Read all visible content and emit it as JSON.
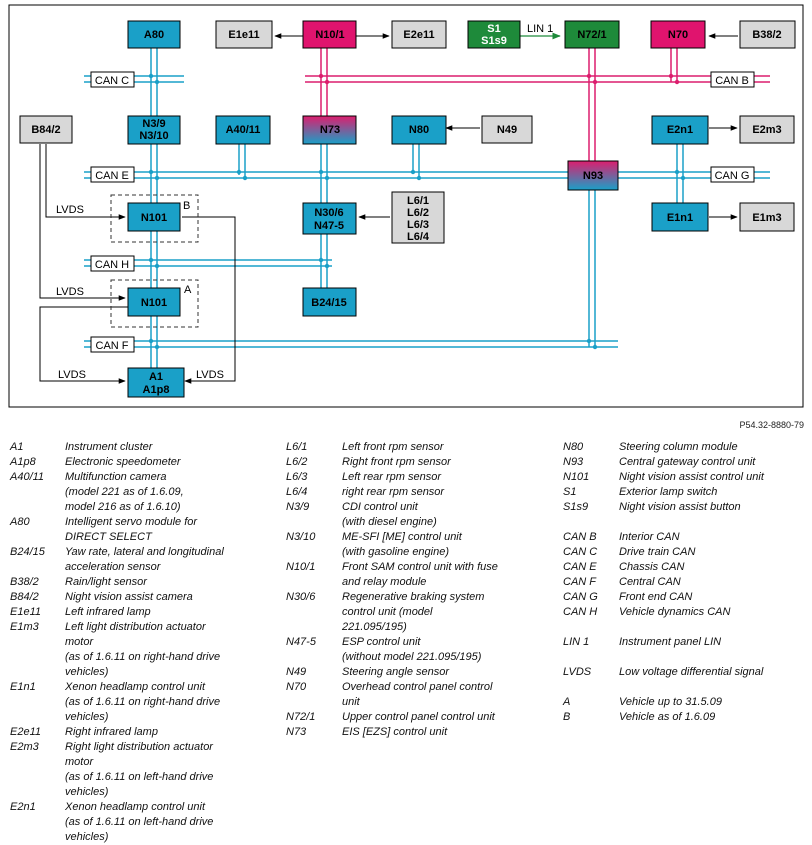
{
  "colors": {
    "cyan": "#1aa0c8",
    "magenta": "#dc1e6e",
    "box_blue": "#1aa0c8",
    "box_gray": "#d8d8d8",
    "box_green": "#1e8a3a",
    "box_magenta": "#e0146e"
  },
  "diagram": {
    "boxes": {
      "A80": "A80",
      "E1e11": "E1e11",
      "N10_1": "N10/1",
      "E2e11": "E2e11",
      "S1": [
        "S1",
        "S1s9"
      ],
      "N72_1": "N72/1",
      "N70": "N70",
      "B38_2": "B38/2",
      "B84_2": "B84/2",
      "N3": [
        "N3/9",
        "N3/10"
      ],
      "A40_11": "A40/11",
      "N73": "N73",
      "N80": "N80",
      "N49": "N49",
      "E2n1": "E2n1",
      "E2m3": "E2m3",
      "N93": "N93",
      "N101_B": "N101",
      "N30": [
        "N30/6",
        "N47-5"
      ],
      "L6": [
        "L6/1",
        "L6/2",
        "L6/3",
        "L6/4"
      ],
      "E1n1": "E1n1",
      "E1m3": "E1m3",
      "N101_A": "N101",
      "B24_15": "B24/15",
      "A1": [
        "A1",
        "A1p8"
      ]
    },
    "can_labels": {
      "can_c": "CAN C",
      "can_b": "CAN B",
      "can_e": "CAN E",
      "can_g": "CAN G",
      "can_h": "CAN H",
      "can_f": "CAN F"
    },
    "text_labels": {
      "lin1": "LIN 1",
      "lvds1": "LVDS",
      "lvds2": "LVDS",
      "lvds3": "LVDS",
      "lvds4": "LVDS",
      "variant_a": "A",
      "variant_b": "B"
    }
  },
  "reference": "P54.32-8880-79",
  "legend": {
    "col1": [
      {
        "code": "A1",
        "desc": "Instrument cluster"
      },
      {
        "code": "A1p8",
        "desc": "Electronic speedometer"
      },
      {
        "code": "A40/11",
        "desc": "Multifunction camera\n(model 221 as of 1.6.09,\nmodel 216 as of 1.6.10)"
      },
      {
        "code": "A80",
        "desc": "Intelligent servo module for\nDIRECT SELECT"
      },
      {
        "code": "B24/15",
        "desc": "Yaw rate, lateral and longitudinal\nacceleration sensor"
      },
      {
        "code": "B38/2",
        "desc": "Rain/light sensor"
      },
      {
        "code": "B84/2",
        "desc": "Night vision assist camera"
      },
      {
        "code": "E1e11",
        "desc": "Left infrared lamp"
      },
      {
        "code": "E1m3",
        "desc": "Left light distribution actuator\nmotor\n(as of 1.6.11 on right-hand drive\nvehicles)"
      },
      {
        "code": "E1n1",
        "desc": "Xenon headlamp control unit\n(as of 1.6.11 on right-hand drive\nvehicles)"
      },
      {
        "code": "E2e11",
        "desc": "Right infrared lamp"
      },
      {
        "code": "E2m3",
        "desc": "Right light distribution actuator\nmotor\n(as of 1.6.11 on left-hand drive\nvehicles)"
      },
      {
        "code": "",
        "desc": ""
      },
      {
        "code": "E2n1",
        "desc": "Xenon headlamp control unit\n(as of 1.6.11 on left-hand drive\nvehicles)"
      }
    ],
    "col2": [
      {
        "code": "L6/1",
        "desc": "Left front rpm sensor"
      },
      {
        "code": "L6/2",
        "desc": "Right front rpm sensor"
      },
      {
        "code": "L6/3",
        "desc": "Left rear rpm sensor"
      },
      {
        "code": "L6/4",
        "desc": "right rear rpm sensor"
      },
      {
        "code": "N3/9",
        "desc": "CDI control unit\n(with diesel engine)"
      },
      {
        "code": "N3/10",
        "desc": "ME-SFI [ME] control unit\n(with gasoline engine)"
      },
      {
        "code": "N10/1",
        "desc": "Front SAM control unit with fuse\nand relay module"
      },
      {
        "code": "N30/6",
        "desc": "Regenerative braking system\ncontrol unit (model\n221.095/195)"
      },
      {
        "code": "N47-5",
        "desc": "ESP control unit\n(without model 221.095/195)"
      },
      {
        "code": "N49",
        "desc": "Steering angle sensor"
      },
      {
        "code": "N70",
        "desc": "Overhead control panel control\nunit"
      },
      {
        "code": "N72/1",
        "desc": "Upper control panel control unit"
      },
      {
        "code": "N73",
        "desc": "EIS [EZS] control unit"
      }
    ],
    "col3_a": [
      {
        "code": "N80",
        "desc": "Steering column module"
      },
      {
        "code": "N93",
        "desc": "Central gateway control unit"
      },
      {
        "code": "N101",
        "desc": "Night vision assist control unit"
      },
      {
        "code": "S1",
        "desc": "Exterior lamp switch"
      },
      {
        "code": "S1s9",
        "desc": "Night vision assist button"
      }
    ],
    "col3_b": [
      {
        "code": "CAN B",
        "desc": "Interior CAN"
      },
      {
        "code": "CAN C",
        "desc": "Drive train CAN"
      },
      {
        "code": "CAN E",
        "desc": "Chassis CAN"
      },
      {
        "code": "CAN F",
        "desc": "Central CAN"
      },
      {
        "code": "CAN G",
        "desc": "Front end CAN"
      },
      {
        "code": "CAN H",
        "desc": "Vehicle dynamics CAN"
      }
    ],
    "col3_c": [
      {
        "code": "LIN 1",
        "desc": "Instrument panel LIN"
      }
    ],
    "col3_d": [
      {
        "code": "LVDS",
        "desc": "Low voltage differential signal"
      }
    ],
    "col3_e": [
      {
        "code": "A",
        "desc": "Vehicle up to 31.5.09"
      },
      {
        "code": "B",
        "desc": "Vehicle as of 1.6.09"
      }
    ]
  }
}
